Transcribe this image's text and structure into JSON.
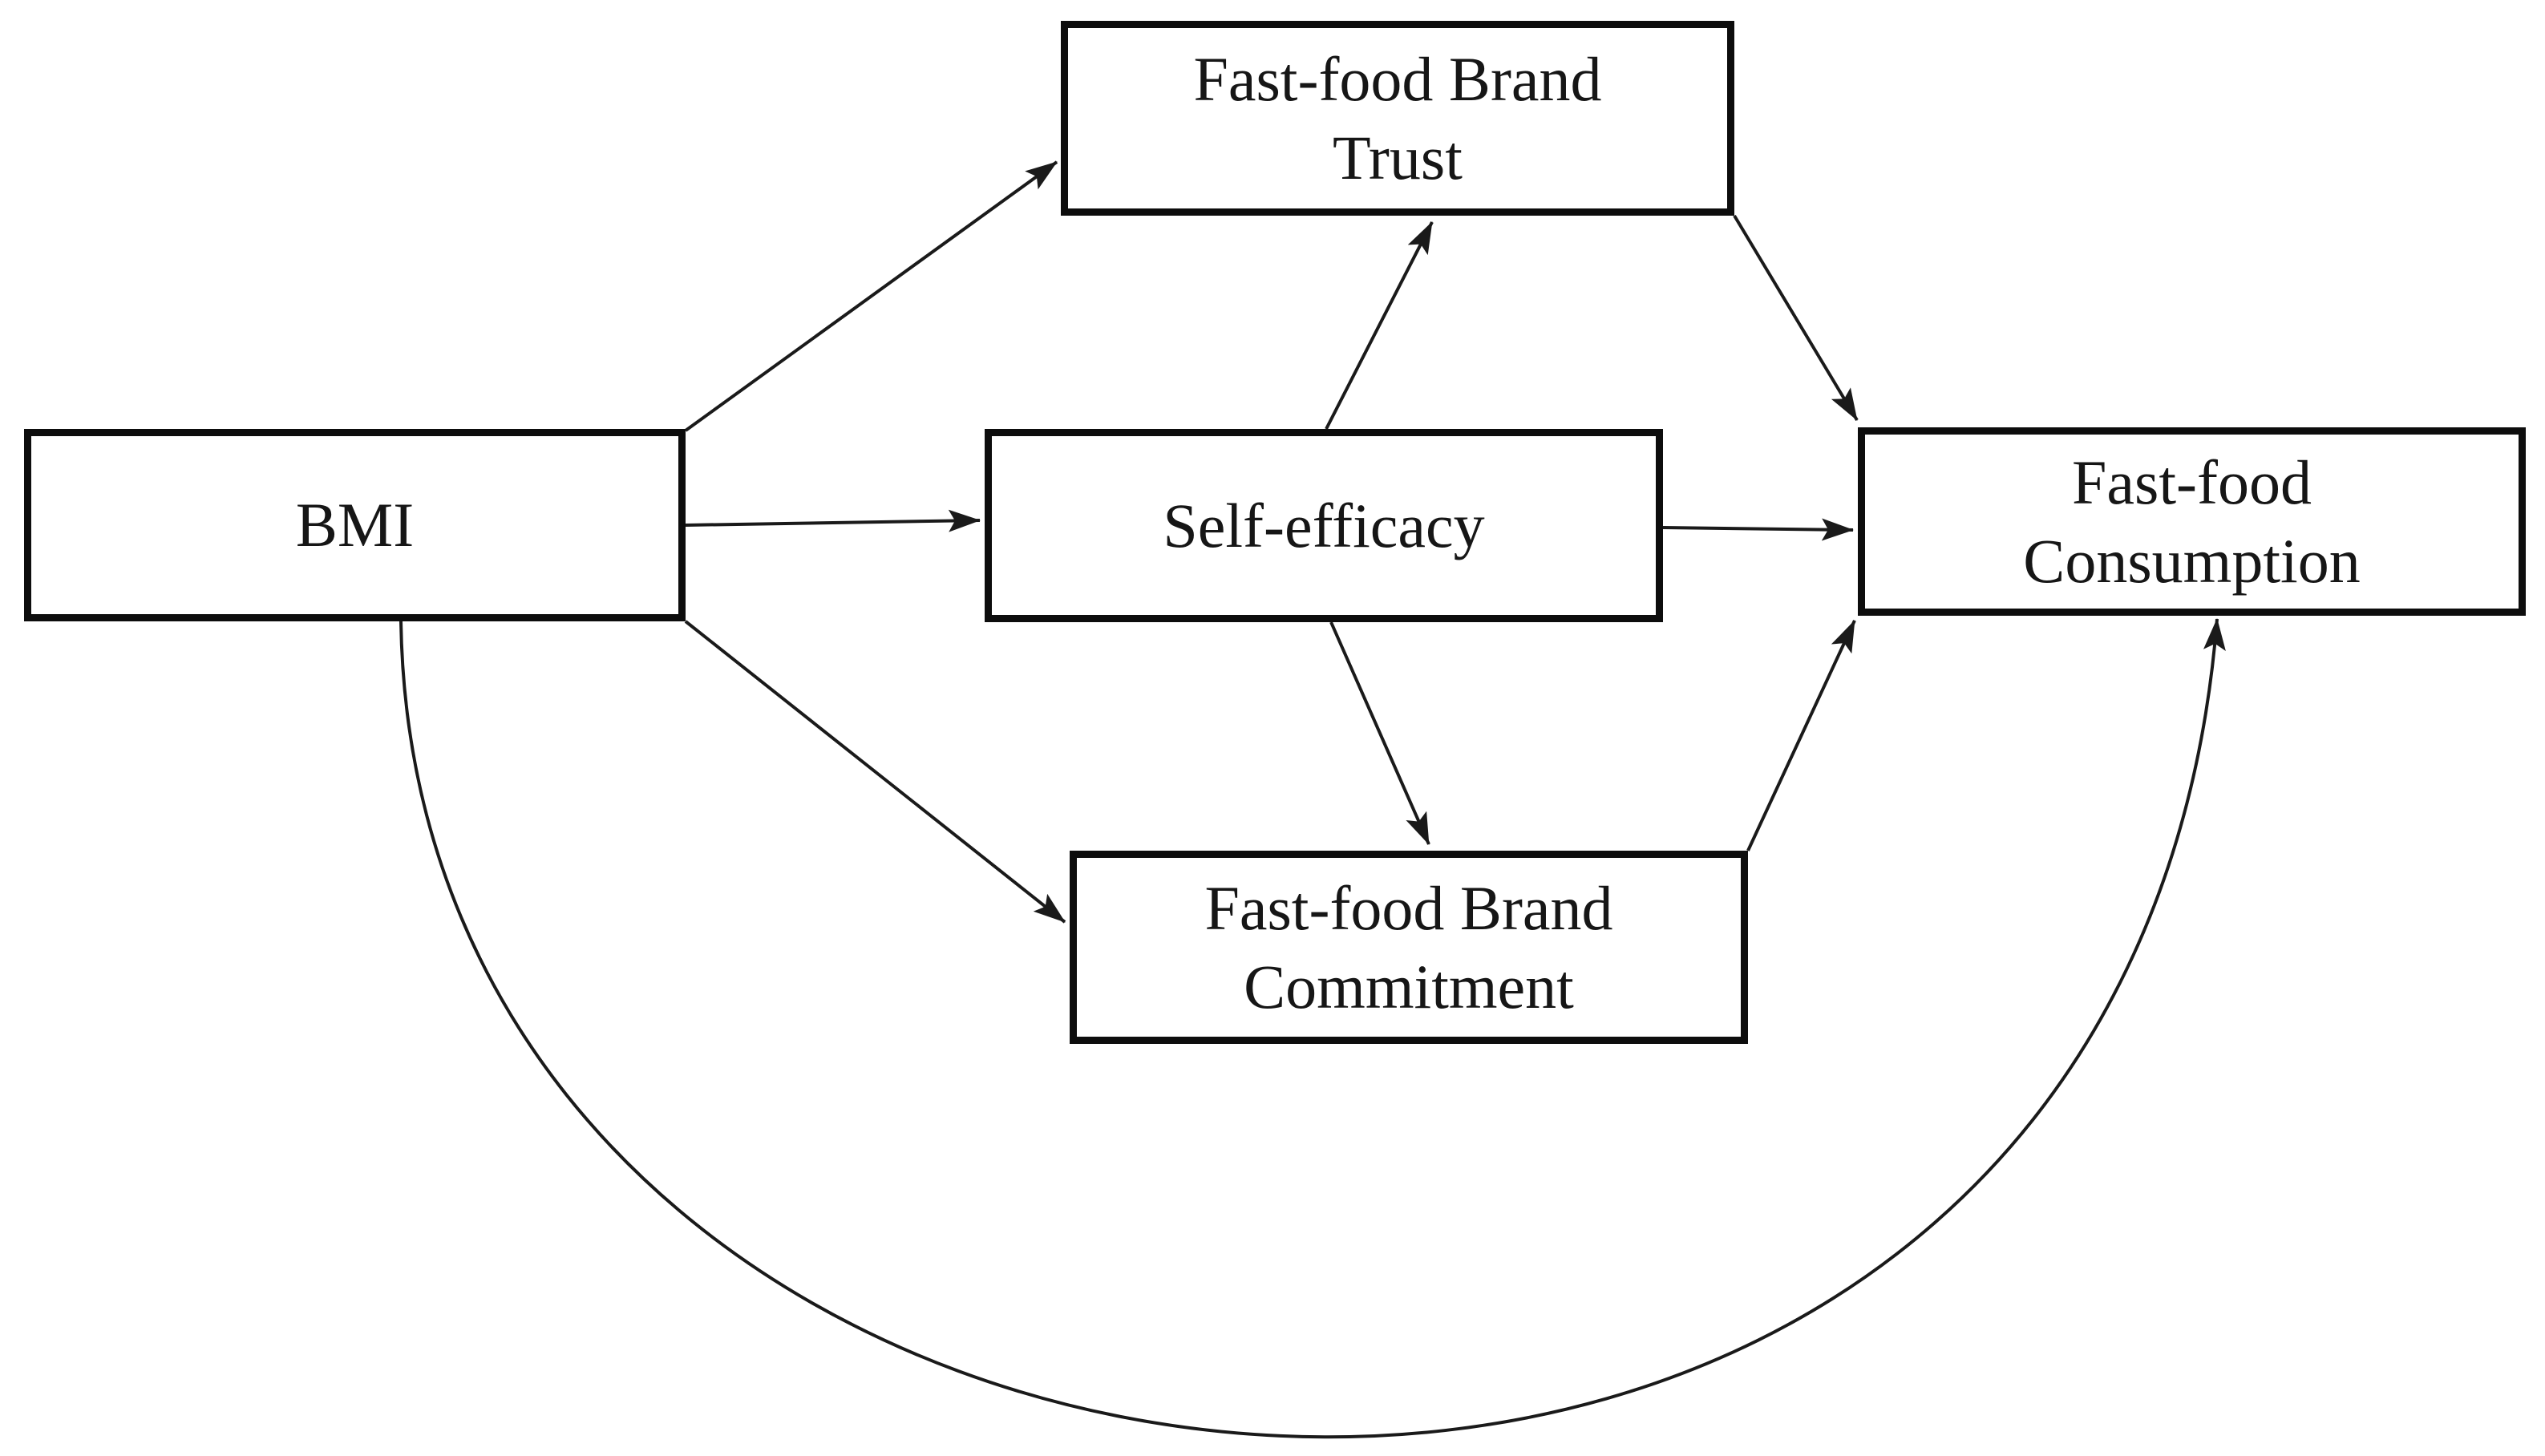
{
  "diagram": {
    "type": "path-model",
    "background": "#ffffff",
    "line_color": "#1a1a1a",
    "box_border_color": "#0d0d0d",
    "text_color": "#161616"
  },
  "nodes": {
    "bmi": {
      "label": "BMI"
    },
    "brand_trust": {
      "label": "Fast-food Brand\nTrust"
    },
    "self_efficacy": {
      "label": "Self-efficacy"
    },
    "brand_commitment": {
      "label": "Fast-food Brand\nCommitment"
    },
    "consumption": {
      "label": "Fast-food\nConsumption"
    }
  },
  "edges": [
    {
      "from": "BMI",
      "to": "Fast-food Brand Trust",
      "shape": "straight",
      "arrow": "end"
    },
    {
      "from": "BMI",
      "to": "Self-efficacy",
      "shape": "straight",
      "arrow": "end"
    },
    {
      "from": "BMI",
      "to": "Fast-food Brand Commitment",
      "shape": "straight",
      "arrow": "end"
    },
    {
      "from": "Self-efficacy",
      "to": "Fast-food Brand Trust",
      "shape": "straight",
      "arrow": "end"
    },
    {
      "from": "Self-efficacy",
      "to": "Fast-food Consumption",
      "shape": "straight",
      "arrow": "end"
    },
    {
      "from": "Self-efficacy",
      "to": "Fast-food Brand Commitment",
      "shape": "straight",
      "arrow": "end"
    },
    {
      "from": "Fast-food Brand Trust",
      "to": "Fast-food Consumption",
      "shape": "straight",
      "arrow": "end"
    },
    {
      "from": "Fast-food Brand Commitment",
      "to": "Fast-food Consumption",
      "shape": "straight",
      "arrow": "end"
    },
    {
      "from": "BMI",
      "to": "Fast-food Consumption",
      "shape": "curved-bottom-arc",
      "arrow": "end"
    }
  ]
}
